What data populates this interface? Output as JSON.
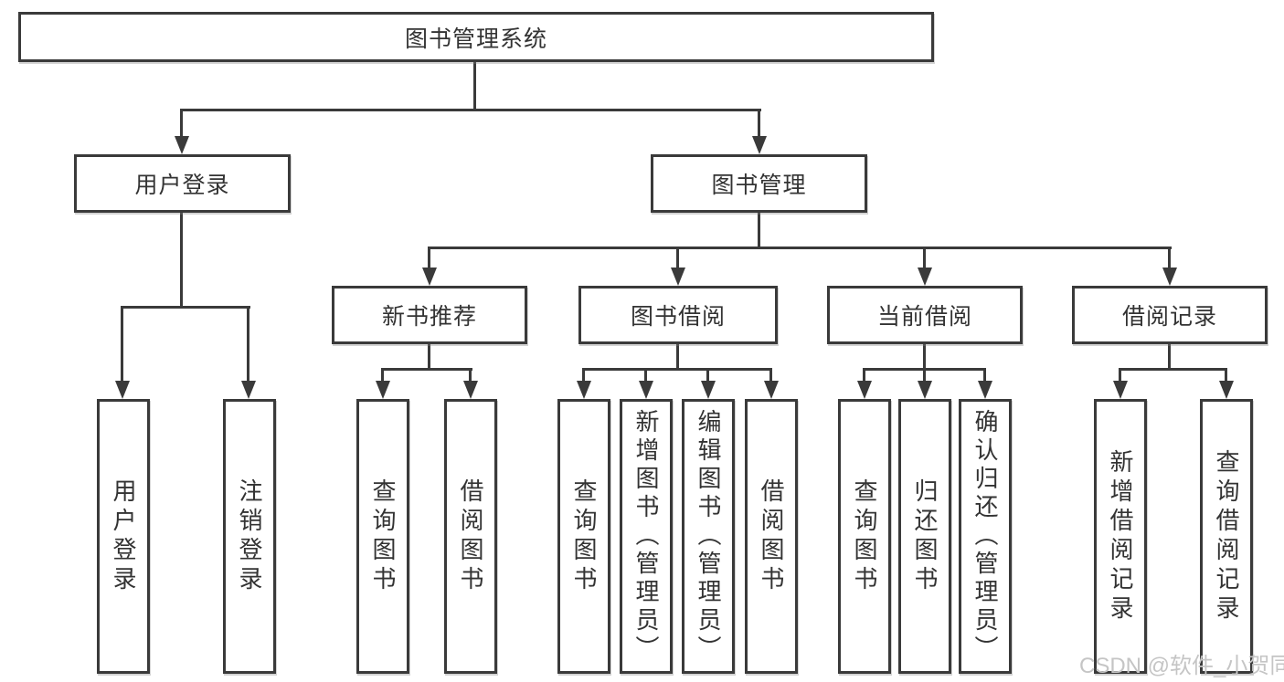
{
  "diagram_title": "图书管理系统",
  "nodes": {
    "root": {
      "label": "图书管理系统"
    },
    "user_login": {
      "label": "用户登录"
    },
    "book_management": {
      "label": "图书管理"
    },
    "new_book_recommend": {
      "label": "新书推荐"
    },
    "book_borrow": {
      "label": "图书借阅"
    },
    "current_borrow": {
      "label": "当前借阅"
    },
    "borrow_record": {
      "label": "借阅记录"
    },
    "leaf_user_login": {
      "label": "用户登录"
    },
    "leaf_logout": {
      "label": "注销登录"
    },
    "leaf_recommend_query_book": {
      "label": "查询图书"
    },
    "leaf_recommend_borrow_book": {
      "label": "借阅图书"
    },
    "leaf_borrow_query_book": {
      "label": "查询图书"
    },
    "leaf_borrow_add_book": {
      "label": "新增图书（管理员）"
    },
    "leaf_borrow_edit_book": {
      "label": "编辑图书（管理员）"
    },
    "leaf_borrow_borrow_book": {
      "label": "借阅图书"
    },
    "leaf_current_query_book": {
      "label": "查询图书"
    },
    "leaf_current_return_book": {
      "label": "归还图书"
    },
    "leaf_current_confirm_return": {
      "label": "确认归还（管理员）"
    },
    "leaf_record_add": {
      "label": "新增借阅记录"
    },
    "leaf_record_query": {
      "label": "查询借阅记录"
    }
  },
  "watermark": {
    "text": "CSDN @软件_小贺同学"
  },
  "colors": {
    "line": "#3a3a3a",
    "text": "#333333",
    "background": "#ffffff",
    "watermark": "#c5c5c5"
  }
}
